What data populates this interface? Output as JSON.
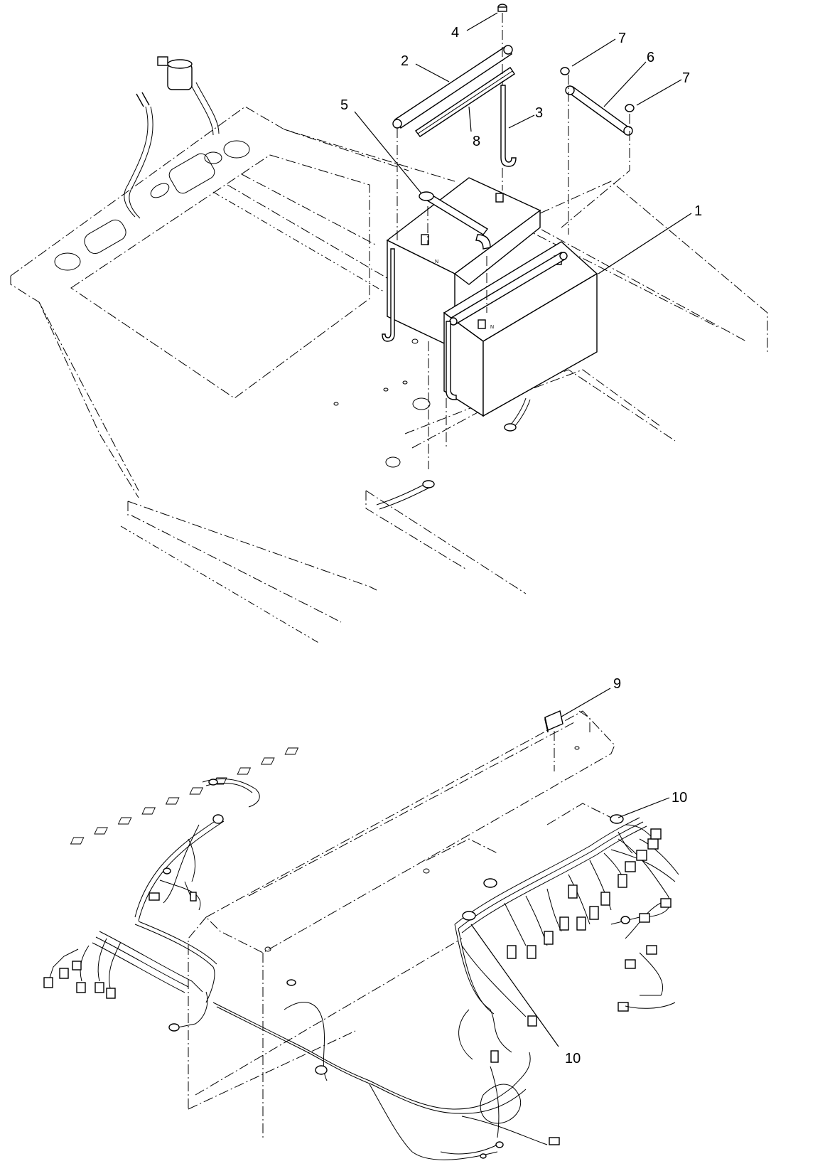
{
  "callouts": {
    "c1": "1",
    "c2": "2",
    "c3": "3",
    "c4": "4",
    "c5": "5",
    "c6": "6",
    "c7a": "7",
    "c7b": "7",
    "c8": "8",
    "c9": "9",
    "c10a": "10",
    "c10b": "10"
  }
}
